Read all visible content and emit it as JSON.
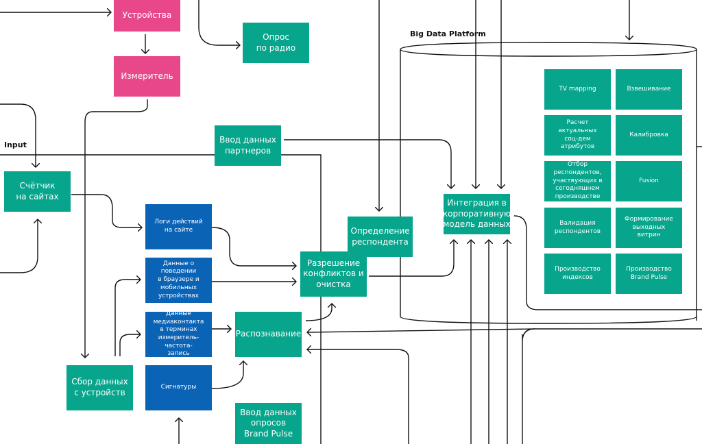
{
  "labels": {
    "input": "Input",
    "platform": "Big Data Platform"
  },
  "nodes": {
    "devices": "Устройства",
    "meter": "Измеритель",
    "radio_survey": "Опрос\nпо радио",
    "partner_data": "Ввод данных\nпартнеров",
    "site_counter": "Счётчик\nна сайтах",
    "site_logs": "Логи действий\nна сайте",
    "browser_data": "Данные о поведении\nв браузере и\nмобильных\nустройствах",
    "media_contact": "Данные\nмедиаконтакта\nв терминах\nизмеритель-частота-\nзапись",
    "signatures": "Сигнатуры",
    "recognition": "Распознавание",
    "conflict_resolution": "Разрешение\nконфликтов и\nочистка",
    "respondent_definition": "Определение\nреспондента",
    "integration": "Интеграция в\nкорпоративную\nмодель данных",
    "device_collection": "Сбор данных\nс устройств",
    "brand_pulse_input": "Ввод данных\nопросов\nBrand Pulse"
  },
  "platform_modules": [
    "TV mapping",
    "Взвешивание",
    "Расчет актуальных\nсоц-дем атрибутов",
    "Калибровка",
    "Отбор респондентов,\nучаствующих в\nсегодняшнем\nпроизводстве",
    "Fusion",
    "Валидация\nреспондентов",
    "Формирование\nвыходных\nвитрин",
    "Производство\nиндексов",
    "Производство\nBrand Pulse"
  ],
  "colors": {
    "teal": "#06a58c",
    "pink": "#e8488a",
    "blue": "#0b63b6",
    "line": "#111111"
  }
}
